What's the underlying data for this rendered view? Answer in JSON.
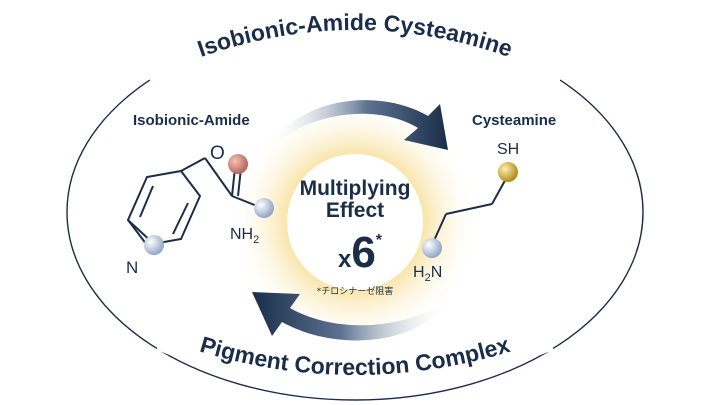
{
  "title_top": "Isobionic-Amide Cysteamine",
  "title_bottom": "Pigment Correction Complex",
  "left_compound": {
    "name": "Isobionic-Amide",
    "atom_o": "O",
    "atom_n": "N",
    "group_nh2": "NH",
    "group_nh2_sub": "2"
  },
  "right_compound": {
    "name": "Cysteamine",
    "group_sh": "SH",
    "group_h2n_pre": "H",
    "group_h2n_sub": "2",
    "group_h2n_post": "N"
  },
  "center": {
    "line1": "Multiplying",
    "line2": "Effect",
    "factor_prefix": "x",
    "factor_value": "6",
    "factor_mark": "*",
    "note": "*チロシナーゼ阻害"
  },
  "colors": {
    "navy": "#1a2e4a",
    "glow": "#f7d98a",
    "oxygen": "#c97a6e",
    "nitrogen": "#b8c8e0",
    "sulfur": "#d8b84a"
  }
}
